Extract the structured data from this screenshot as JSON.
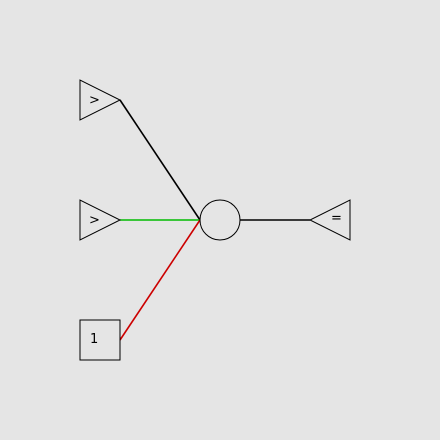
{
  "diagram": {
    "background": "#e5e5e5",
    "center_node": {
      "shape": "circle",
      "label": ""
    },
    "nodes": [
      {
        "id": "gt-top",
        "shape": "triangle-right",
        "label": ">"
      },
      {
        "id": "gt-middle",
        "shape": "triangle-right",
        "label": ">"
      },
      {
        "id": "one-box",
        "shape": "square",
        "label": "1"
      },
      {
        "id": "eq-right",
        "shape": "triangle-left",
        "label": "="
      }
    ],
    "edges": [
      {
        "from": "gt-top",
        "to": "center",
        "color": "#000000"
      },
      {
        "from": "gt-middle",
        "to": "center",
        "color": "#00bb00"
      },
      {
        "from": "one-box",
        "to": "center",
        "color": "#cc0000"
      },
      {
        "from": "center",
        "to": "eq-right",
        "color": "#000000"
      }
    ]
  }
}
